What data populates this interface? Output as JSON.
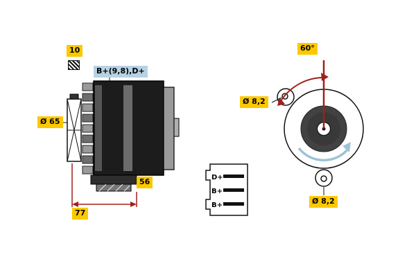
{
  "side_view": {
    "belt_width": "10",
    "terminals": "B+(9,8),D+",
    "pulley_diameter": "Ø 65",
    "mount_length": "56",
    "overall_length": "77"
  },
  "rear_view": {
    "mount_angle": "60°",
    "hole_diameter_upper": "Ø 8,2",
    "hole_diameter_lower": "Ø 8,2"
  },
  "connector": {
    "pins": [
      "D+",
      "B+",
      "B+"
    ]
  },
  "colors": {
    "callout_yellow": "#fcc800",
    "callout_blue": "#b7d2e3",
    "dimension_red": "#a02018",
    "rotation_arrow_blue": "#9fc3d6"
  }
}
